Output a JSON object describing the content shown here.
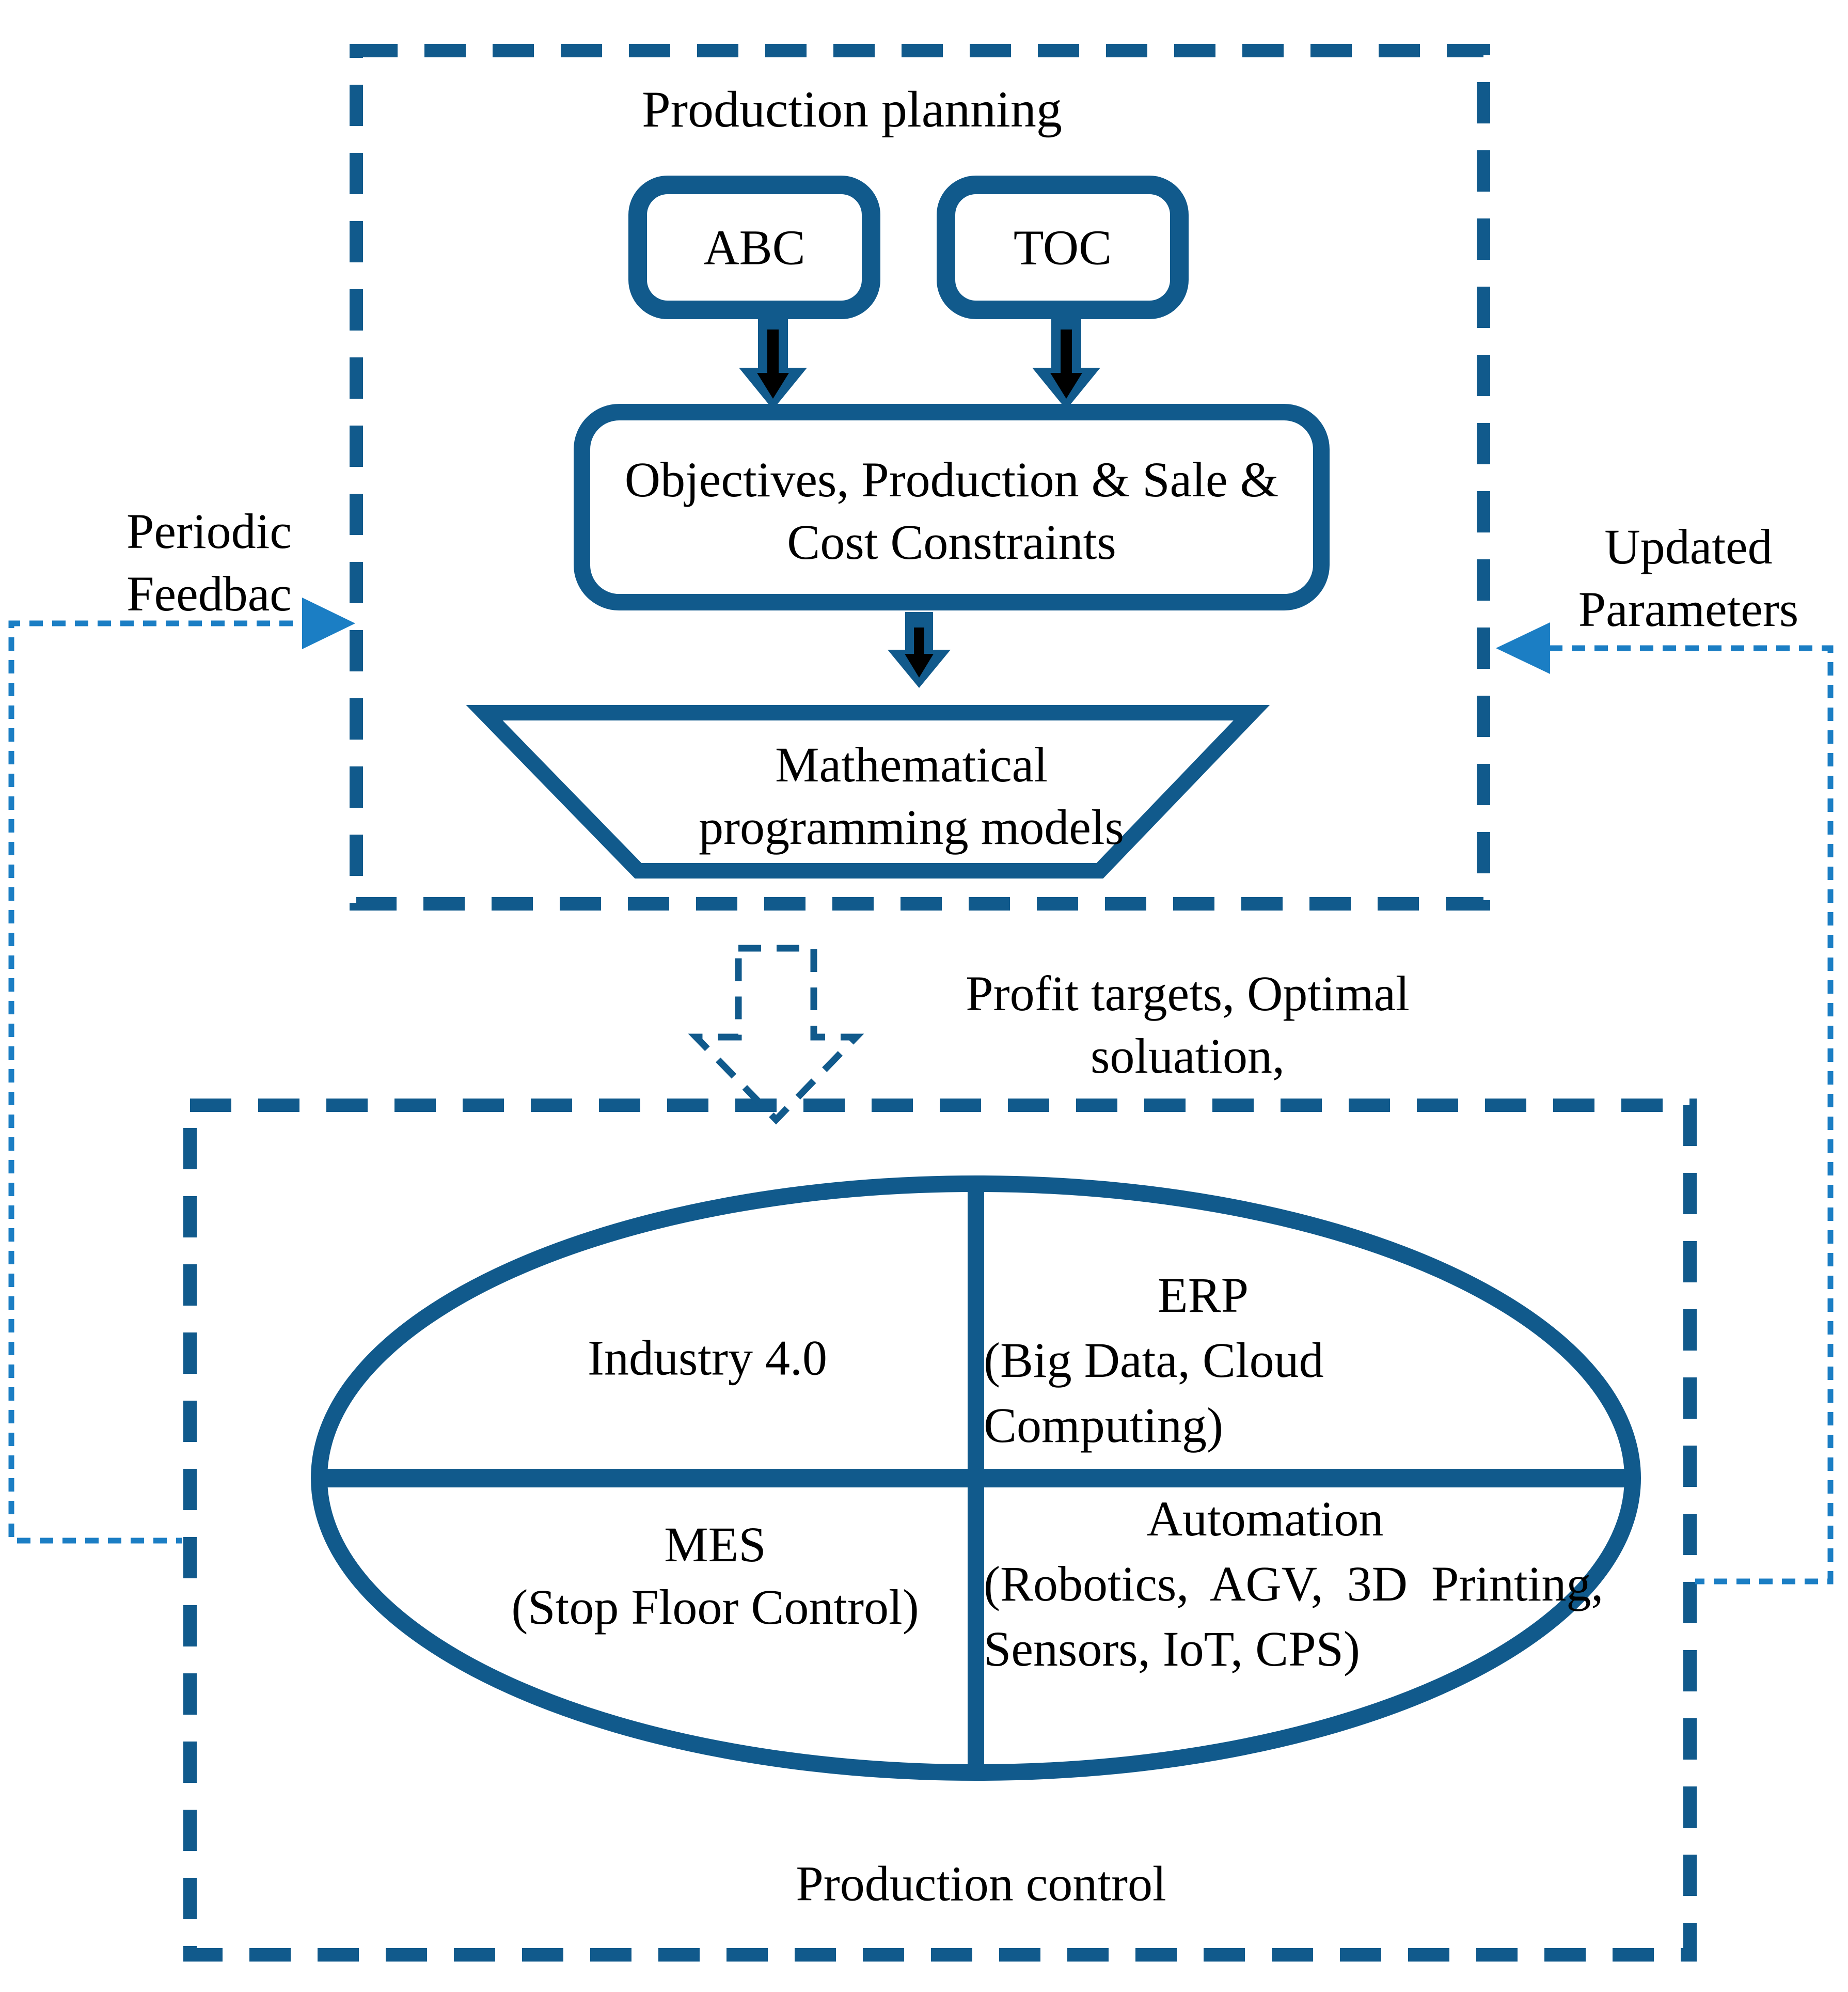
{
  "colors": {
    "primary_dark_blue": "#115A8C",
    "feedback_light_blue": "#1B7EC4",
    "text_black": "#000000"
  },
  "planning_section": {
    "title": "Production planning",
    "abc_label": "ABC",
    "toc_label": "TOC",
    "objectives_label": "Objectives, Production & Sale &\nCost Constraints",
    "model_label": "Mathematical\nprogramming models"
  },
  "flow": {
    "output_label": "Profit targets, Optimal\nsoluation,",
    "periodic_feedback_label": "Periodic\nFeedbac",
    "updated_parameters_label": "Updated\nParameters"
  },
  "control_section": {
    "title": "Production control",
    "industry_label": "Industry 4.0",
    "erp": {
      "line1": "ERP",
      "line2": "(Big Data, Cloud",
      "line3": "Computing)"
    },
    "mes_label": "MES\n(Stop Floor Control)",
    "automation": {
      "line1": "Automation",
      "line2": "(Robotics, AGV, 3D Printing,",
      "line3": "Sensors, IoT, CPS)"
    }
  }
}
